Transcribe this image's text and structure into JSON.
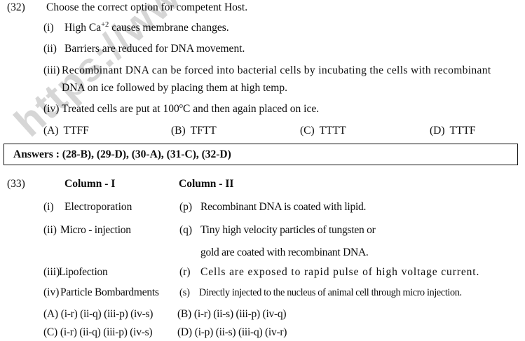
{
  "watermark": {
    "text": "https://www.s"
  },
  "questions": [
    {
      "number": "(32)",
      "stem": "Choose the correct option for competent Host.",
      "statements": [
        {
          "marker": "(i)",
          "text_before_sup": "High Ca",
          "sup": "+2",
          "text_after_sup": " causes membrane changes."
        },
        {
          "marker": "(ii)",
          "text": "Barriers are reduced for DNA movement."
        },
        {
          "marker": "(iii)",
          "text": "Recombinant DNA can be forced into bacterial cells by incubating the cells with recombinant",
          "continuation": "DNA on ice followed by placing them at high temp."
        },
        {
          "marker": "(iv)",
          "text_before_sup": "Treated cells are put at 100",
          "sup": "o",
          "text_after_sup": "C and then again placed on ice."
        }
      ],
      "options": [
        {
          "label": "(A)",
          "value": "TTFF"
        },
        {
          "label": "(B)",
          "value": "TFTT"
        },
        {
          "label": "(C)",
          "value": "TTTT"
        },
        {
          "label": "(D)",
          "value": "TTTF"
        }
      ]
    }
  ],
  "answers_box": {
    "label": "Answers :",
    "entries": "(28-B), (29-D), (30-A),  (31-C), (32-D)",
    "full_text": "Answers :  (28-B), (29-D), (30-A),  (31-C), (32-D)"
  },
  "match_question": {
    "number": "(33)",
    "column_one_heading": "Column - I",
    "column_two_heading": "Column - II",
    "column_one": [
      {
        "marker": "(i)",
        "text": "Electroporation"
      },
      {
        "marker": "(ii)",
        "text": "Micro - injection"
      },
      {
        "marker": "(iii)",
        "text": "Lipofection"
      },
      {
        "marker": "(iv)",
        "text": "Particle Bombardments"
      }
    ],
    "column_two": [
      {
        "marker": "(p)",
        "text": "Recombinant DNA is coated with lipid."
      },
      {
        "marker": "(q)",
        "text": "Tiny high velocity particles of tungsten or",
        "continuation": "gold are coated with recombinant DNA."
      },
      {
        "marker": "(r)",
        "text": "Cells are exposed to rapid pulse of high voltage current."
      },
      {
        "marker": "(s)",
        "text": "Directly injected to the nucleus of animal cell through micro injection."
      }
    ],
    "options": [
      {
        "label": "(A)",
        "value": "(i-r) (ii-q) (iii-p) (iv-s)"
      },
      {
        "label": "(B)",
        "value": "(i-r) (ii-s) (iii-p) (iv-q)"
      },
      {
        "label": "(C)",
        "value": "(i-r) (ii-q) (iii-p) (iv-s)"
      },
      {
        "label": "(D)",
        "value": "(i-p) (ii-s) (iii-q) (iv-r)"
      }
    ]
  }
}
